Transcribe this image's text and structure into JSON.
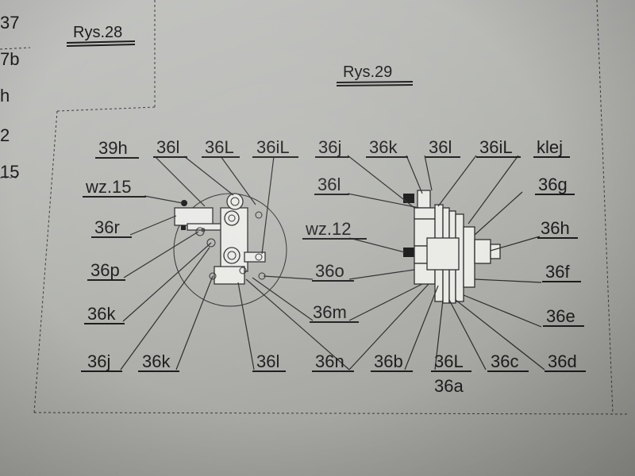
{
  "figures": {
    "fig28": "Rys.28",
    "fig29": "Rys.29"
  },
  "margin_left": [
    "37",
    "7b",
    "h",
    "2",
    "15"
  ],
  "labels": {
    "l39h": "39h",
    "l36l_a": "36l",
    "l36L_a": "36L",
    "l36iL_a": "36iL",
    "lwz15": "wz.15",
    "l36r": "36r",
    "l36p": "36p",
    "l36k_a": "36k",
    "l36j_a": "36j",
    "l36k_b": "36k",
    "l36l_b": "36l",
    "l36n": "36n",
    "l36b": "36b",
    "l36L_b": "36L",
    "l36a": "36a",
    "l36c": "36c",
    "l36d": "36d",
    "l36e": "36e",
    "l36f": "36f",
    "l36h": "36h",
    "l36g": "36g",
    "lklej": "klej",
    "l36iL_b": "36iL",
    "l36l_c": "36l",
    "l36k_c": "36k",
    "l36j_b": "36j",
    "l36l_d": "36l",
    "lwz12": "wz.12",
    "l36o": "36o",
    "l36m": "36m"
  }
}
